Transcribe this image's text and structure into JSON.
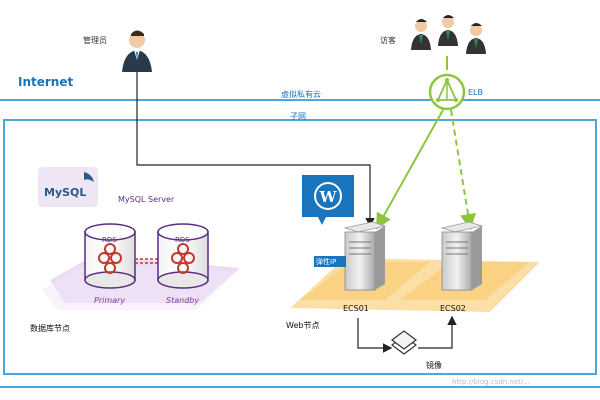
{
  "labels": {
    "admin": "管理员",
    "visitor": "访客",
    "internet": "Internet",
    "vpc": "虚拟私有云",
    "subnet": "子网",
    "elb": "ELB",
    "mysql_server": "MySQL Server",
    "rds_primary": "RDS",
    "rds_standby": "RDS",
    "primary": "Primary",
    "standby": "Standby",
    "db_node": "数据库节点",
    "web_node": "Web节点",
    "eip": "弹性IP",
    "ecs01": "ECS01",
    "ecs02": "ECS02",
    "image": "镜像",
    "mysql_logo": "MySQL",
    "watermark": "http://blog.csdn.net/..."
  },
  "colors": {
    "blue_line": "#4aa8dc",
    "green_line": "#8cc63f",
    "purple": "#5a2d82",
    "rds_red": "#c0392b",
    "orange_platform": "#fbd48a",
    "lavender_platform": "#e8d8f2",
    "wordpress_bg": "#1b75bc"
  },
  "icons": {
    "admin_icon": "person-icon",
    "visitor_icon": "people-group-icon",
    "elb_icon": "load-balancer-icon",
    "db_icon": "database-cylinder-icon",
    "server_icon": "server-tower-icon",
    "wordpress_icon": "wordpress-icon",
    "image_icon": "layers-icon"
  }
}
